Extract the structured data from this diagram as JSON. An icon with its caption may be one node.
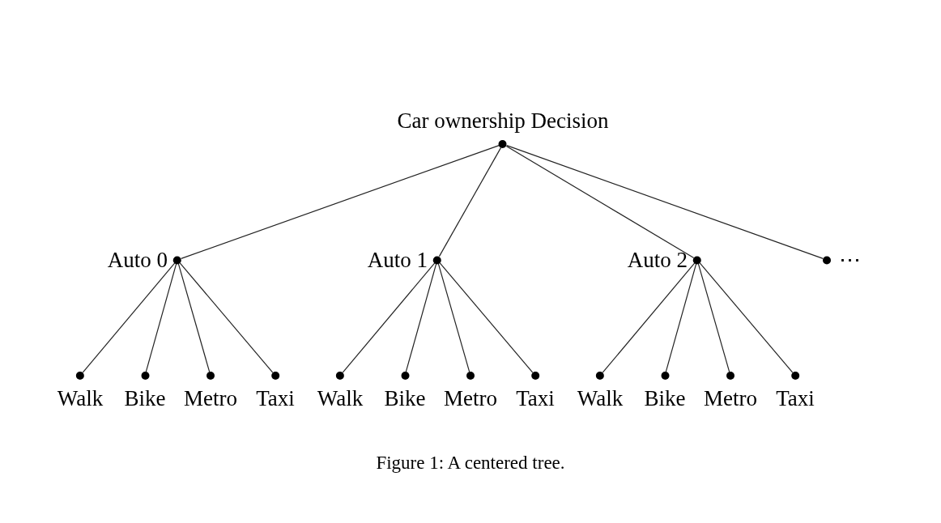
{
  "diagram": {
    "caption": "Figure 1: A centered tree.",
    "nodes": [
      {
        "text": [
          "Car ownership Decision"
        ]
      },
      {
        "text": [
          "Auto 0"
        ]
      },
      {
        "text": [
          "Auto 1"
        ]
      },
      {
        "text": [
          "Auto 2"
        ]
      },
      {
        "text": [
          "⋯"
        ]
      },
      {
        "text": [
          "Walk"
        ]
      },
      {
        "text": [
          "Bike"
        ]
      },
      {
        "text": [
          "Metro"
        ]
      },
      {
        "text": [
          "Taxi"
        ]
      },
      {
        "text": [
          "Walk"
        ]
      },
      {
        "text": [
          "Bike"
        ]
      },
      {
        "text": [
          "Metro"
        ]
      },
      {
        "text": [
          "Taxi"
        ]
      },
      {
        "text": [
          "Walk"
        ]
      },
      {
        "text": [
          "Bike"
        ]
      },
      {
        "text": [
          "Metro"
        ]
      },
      {
        "text": [
          "Taxi"
        ]
      }
    ],
    "edges": [
      {
        "from": 0,
        "to": 1,
        "arrow": "none"
      },
      {
        "from": 0,
        "to": 2,
        "arrow": "none"
      },
      {
        "from": 0,
        "to": 3,
        "arrow": "none"
      },
      {
        "from": 0,
        "to": 4,
        "arrow": "none"
      },
      {
        "from": 1,
        "to": 5,
        "arrow": "none"
      },
      {
        "from": 1,
        "to": 6,
        "arrow": "none"
      },
      {
        "from": 1,
        "to": 7,
        "arrow": "none"
      },
      {
        "from": 1,
        "to": 8,
        "arrow": "none"
      },
      {
        "from": 2,
        "to": 9,
        "arrow": "none"
      },
      {
        "from": 2,
        "to": 10,
        "arrow": "none"
      },
      {
        "from": 2,
        "to": 11,
        "arrow": "none"
      },
      {
        "from": 2,
        "to": 12,
        "arrow": "none"
      },
      {
        "from": 3,
        "to": 13,
        "arrow": "none"
      },
      {
        "from": 3,
        "to": 14,
        "arrow": "none"
      },
      {
        "from": 3,
        "to": 15,
        "arrow": "none"
      },
      {
        "from": 3,
        "to": 16,
        "arrow": "none"
      }
    ]
  }
}
